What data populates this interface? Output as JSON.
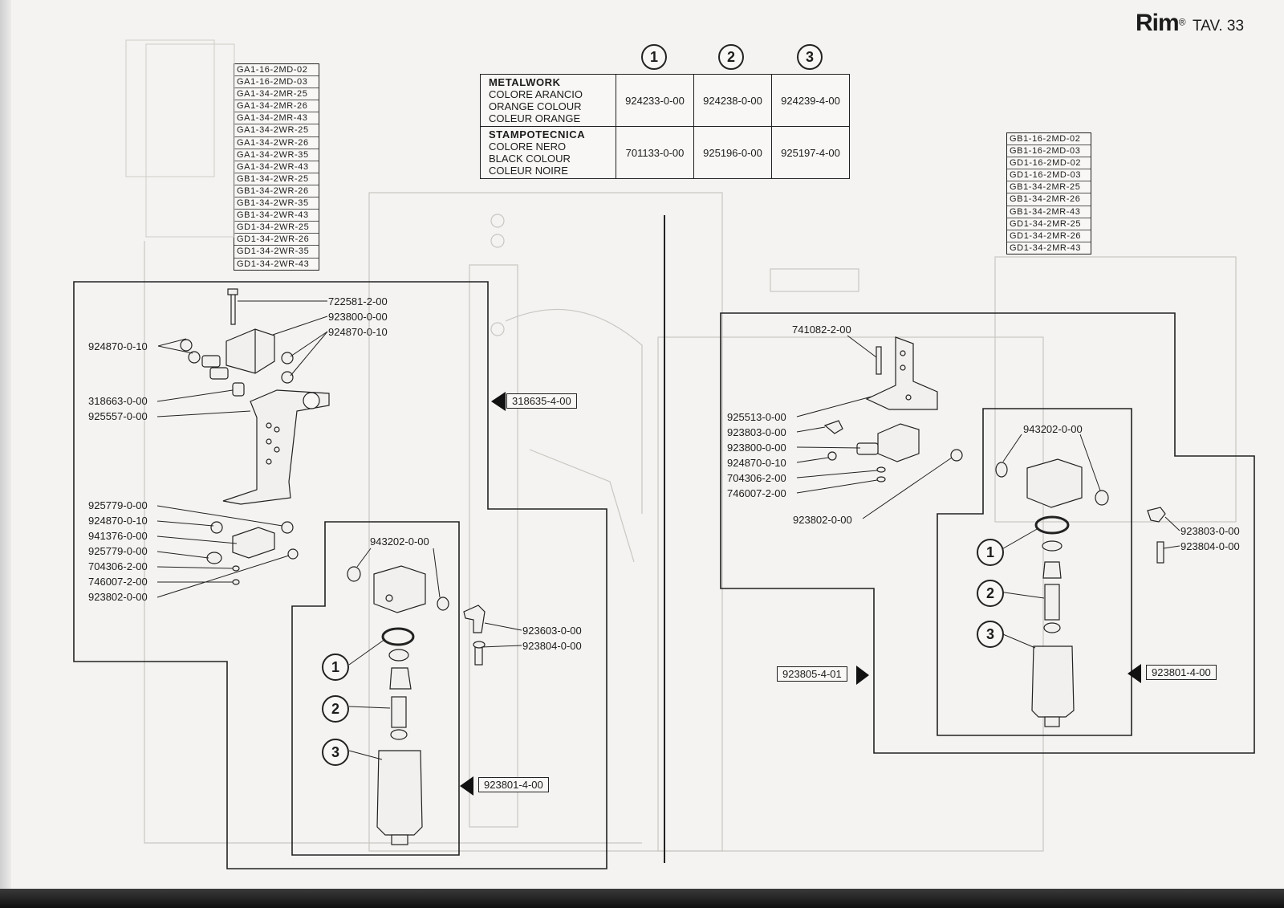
{
  "header": {
    "brand": "Rim",
    "registered": "®",
    "plate": "TAV. 33"
  },
  "models_left": [
    "GA1-16-2MD-02",
    "GA1-16-2MD-03",
    "GA1-34-2MR-25",
    "GA1-34-2MR-26",
    "GA1-34-2MR-43",
    "GA1-34-2WR-25",
    "GA1-34-2WR-26",
    "GA1-34-2WR-35",
    "GA1-34-2WR-43",
    "GB1-34-2WR-25",
    "GB1-34-2WR-26",
    "GB1-34-2WR-35",
    "GB1-34-2WR-43",
    "GD1-34-2WR-25",
    "GD1-34-2WR-26",
    "GD1-34-2WR-35",
    "GD1-34-2WR-43"
  ],
  "models_right": [
    "GB1-16-2MD-02",
    "GB1-16-2MD-03",
    "GD1-16-2MD-02",
    "GD1-16-2MD-03",
    "GB1-34-2MR-25",
    "GB1-34-2MR-26",
    "GB1-34-2MR-43",
    "GD1-34-2MR-25",
    "GD1-34-2MR-26",
    "GD1-34-2MR-43"
  ],
  "color_table": {
    "columns": [
      "1",
      "2",
      "3"
    ],
    "rows": [
      {
        "brand": "METALWORK",
        "lines": [
          "COLORE ARANCIO",
          "ORANGE COLOUR",
          "COLEUR ORANGE"
        ],
        "codes": [
          "924233-0-00",
          "924238-0-00",
          "924239-4-00"
        ]
      },
      {
        "brand": "STAMPOTECNICA",
        "lines": [
          "COLORE NERO",
          "BLACK COLOUR",
          "COLEUR NOIRE"
        ],
        "codes": [
          "701133-0-00",
          "925196-0-00",
          "925197-4-00"
        ]
      }
    ]
  },
  "left_labels": {
    "l722581": "722581-2-00",
    "l923800": "923800-0-00",
    "l924870a": "924870-0-10",
    "l924870b": "924870-0-10",
    "l318663": "318663-0-00",
    "l925557": "925557-0-00",
    "l925779a": "925779-0-00",
    "l924870c": "924870-0-10",
    "l941376": "941376-0-00",
    "l925779b": "925779-0-00",
    "l704306": "704306-2-00",
    "l746007": "746007-2-00",
    "l923802": "923802-0-00",
    "l943202": "943202-0-00",
    "l923603": "923603-0-00",
    "l923804": "923804-0-00",
    "ref318635": "318635-4-00",
    "ref923801": "923801-4-00"
  },
  "right_labels": {
    "l741082": "741082-2-00",
    "l925513": "925513-0-00",
    "l923803": "923803-0-00",
    "l923800": "923800-0-00",
    "l924870": "924870-0-10",
    "l704306": "704306-2-00",
    "l746007": "746007-2-00",
    "l923802": "923802-0-00",
    "l943202": "943202-0-00",
    "l923803b": "923803-0-00",
    "l923804": "923804-0-00",
    "ref923805": "923805-4-01",
    "ref923801": "923801-4-00"
  },
  "callouts": {
    "one": "1",
    "two": "2",
    "three": "3"
  }
}
